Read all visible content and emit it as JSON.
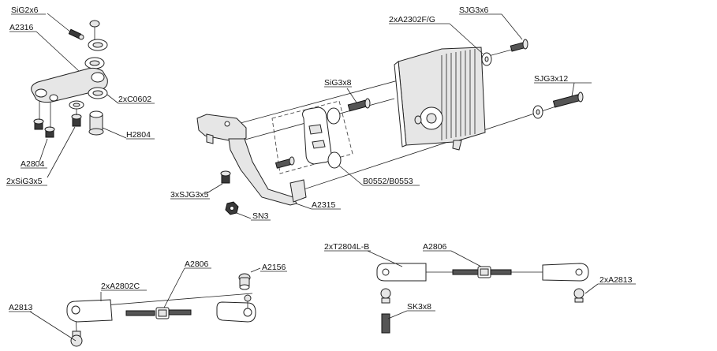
{
  "labels": {
    "sig2x6": "SiG2x6",
    "a2316": "A2316",
    "c0602": "2xC0602",
    "h2804": "H2804",
    "a2804": "A2804",
    "sig3x5_2": "2xSiG3x5",
    "a2302fg": "2xA2302F/G",
    "sjg3x6": "SJG3x6",
    "sig3x8": "SiG3x8",
    "sjg3x12": "SJG3x12",
    "b0552": "B0552/B0553",
    "sjg3x5_3": "3xSJG3x5",
    "a2315": "A2315",
    "sn3": "SN3",
    "a2806_left": "A2806",
    "a2156": "A2156",
    "a2802c": "2xA2802C",
    "a2813_left": "A2813",
    "t2804lb": "2xT2804L-B",
    "a2806_right": "A2806",
    "a2813_right": "2xA2813",
    "sk3x8": "SK3x8"
  }
}
